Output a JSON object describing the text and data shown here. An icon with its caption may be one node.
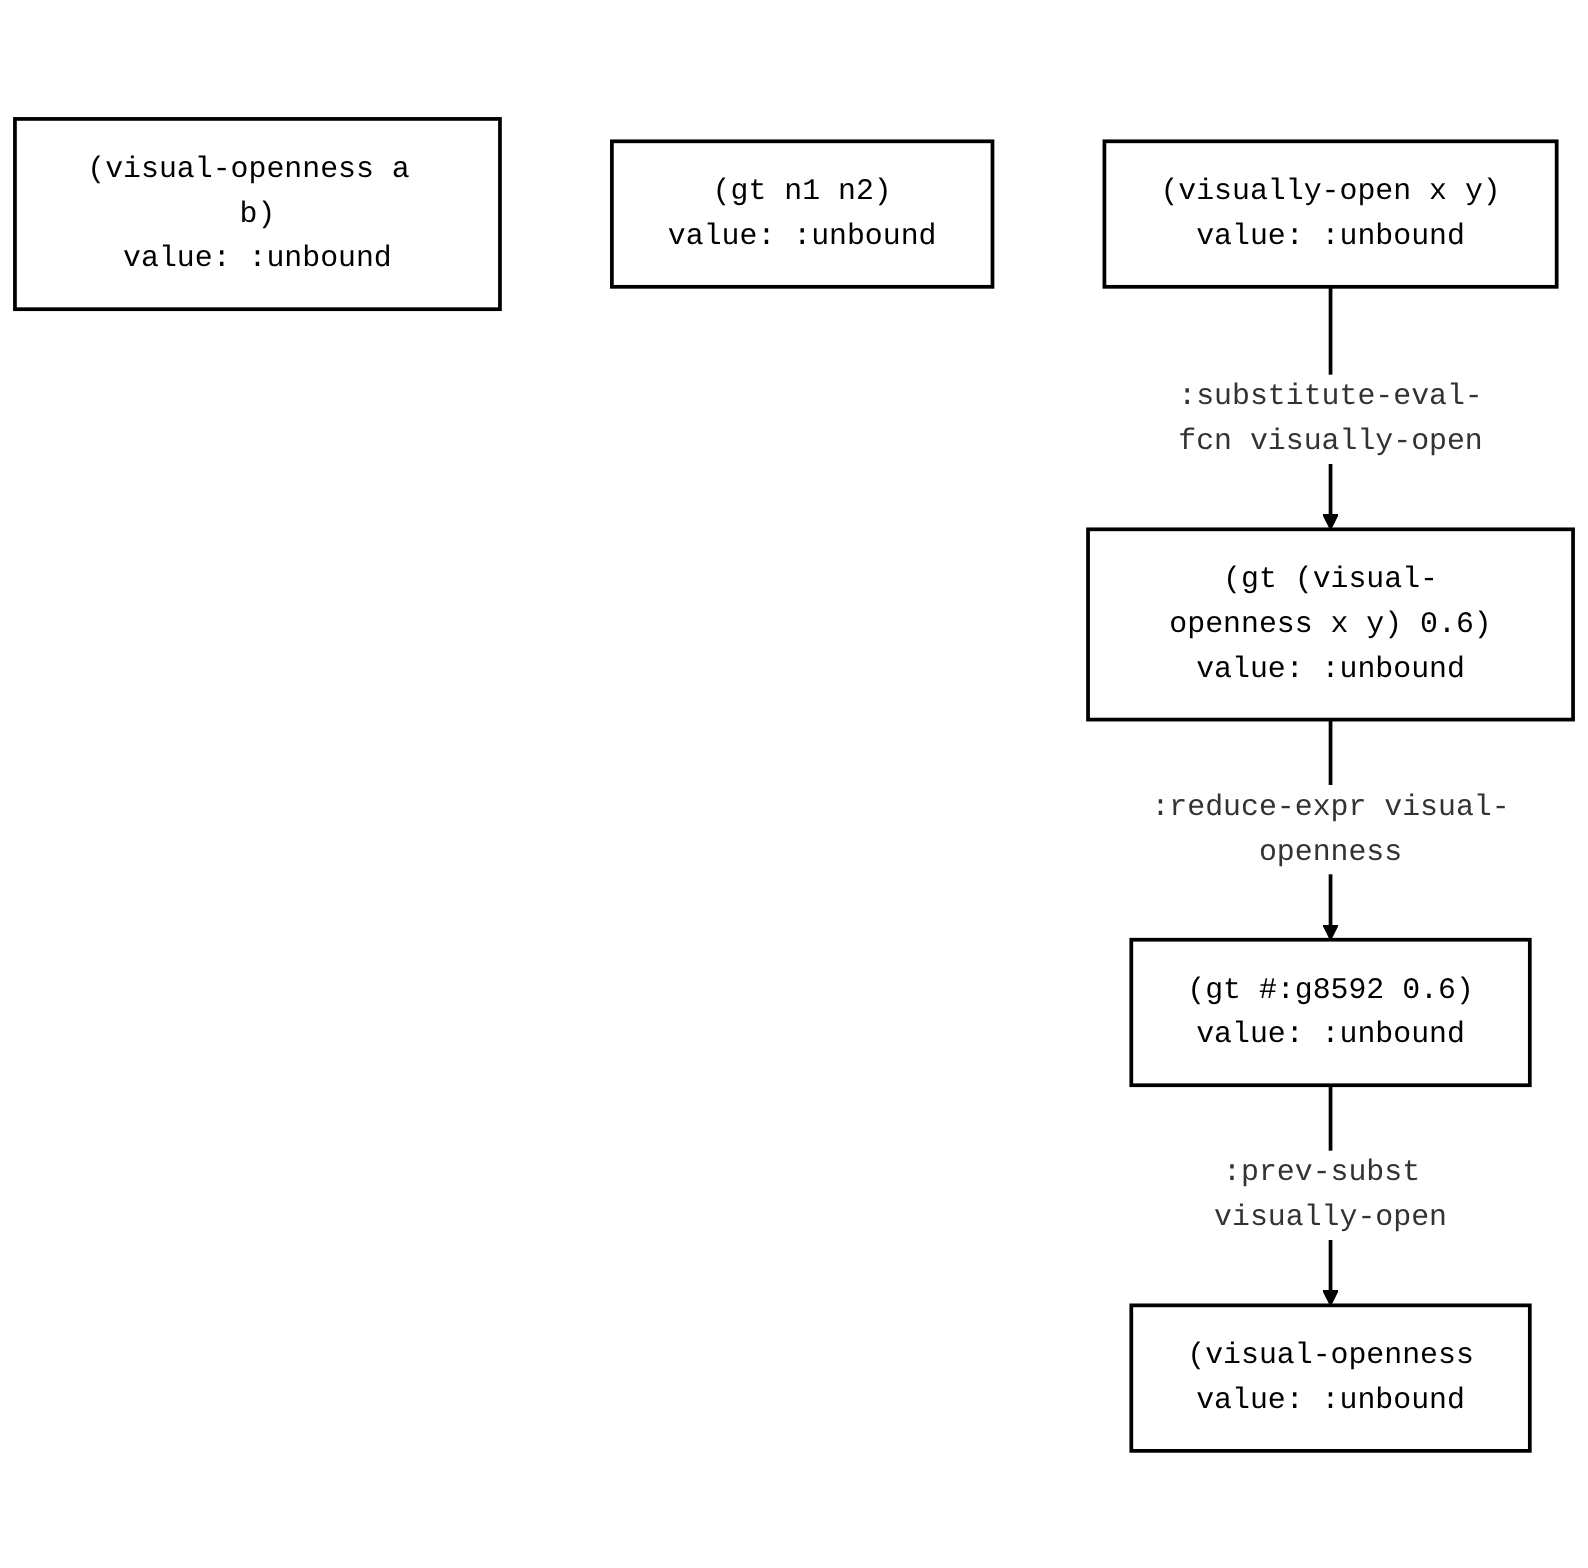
{
  "diagram": {
    "nodes": [
      {
        "text": [
          "(visual-openness a b)",
          "value: :unbound"
        ]
      },
      {
        "text": [
          "(gt n1 n2)",
          "value: :unbound"
        ]
      },
      {
        "text": [
          "(visually-open x y)",
          "value: :unbound"
        ]
      },
      {
        "text": [
          "(gt (visual-openness x y) 0.6)",
          "value: :unbound"
        ]
      },
      {
        "text": [
          "(gt #:g8592 0.6)",
          "value: :unbound"
        ]
      },
      {
        "text": [
          "(visual-openness",
          "value: :unbound"
        ]
      }
    ],
    "edges": [
      {
        "from": 2,
        "to": 3,
        "arrow": "to",
        "label": ":substitute-eval-fcn visually-open"
      },
      {
        "from": 3,
        "to": 4,
        "arrow": "to",
        "label": ":reduce-expr visual-openness"
      },
      {
        "from": 4,
        "to": 5,
        "arrow": "to",
        "label": ":prev-subst visually-open"
      }
    ]
  }
}
